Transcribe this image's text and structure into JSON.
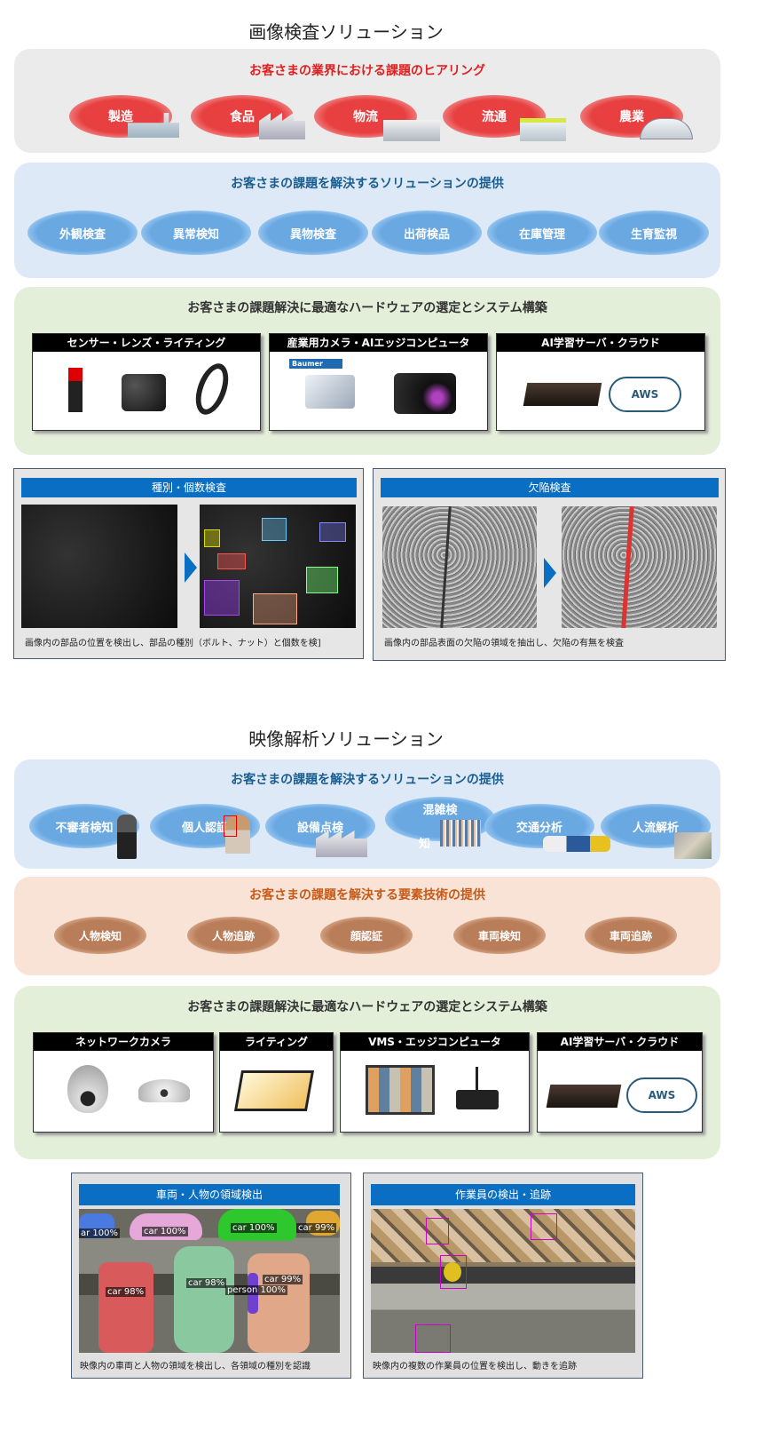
{
  "section1": {
    "title": "画像検査ソリューション",
    "hearing": {
      "heading": "お客さまの業界における課題のヒアリング",
      "items": [
        "製造",
        "食品",
        "物流",
        "流通",
        "農業"
      ]
    },
    "solutions": {
      "heading": "お客さまの課題を解決するソリューションの提供",
      "items": [
        "外観検査",
        "異常検知",
        "異物検査",
        "出荷検品",
        "在庫管理",
        "生育監視"
      ]
    },
    "hardware": {
      "heading": "お客さまの課題解決に最適なハードウェアの選定とシステム構築",
      "boxes": [
        {
          "title": "センサー・レンズ・ライティング"
        },
        {
          "title": "産業用カメラ・AIエッジコンピュータ",
          "brand": "Baumer"
        },
        {
          "title": "AI学習サーバ・クラウド",
          "cloud": "AWS"
        }
      ]
    },
    "examples": [
      {
        "title": "種別・個数検査",
        "caption": "画像内の部品の位置を検出し、部品の種別（ボルト、ナット）と個数を検]"
      },
      {
        "title": "欠陥検査",
        "caption": "画像内の部品表面の欠陥の領域を抽出し、欠陥の有無を検査"
      }
    ]
  },
  "section2": {
    "title": "映像解析ソリューション",
    "solutions": {
      "heading": "お客さまの課題を解決するソリューションの提供",
      "items": [
        "不審者検知",
        "個人認証",
        "設備点検",
        "混雑検",
        "知",
        "交通分析",
        "人流解析"
      ]
    },
    "tech": {
      "heading": "お客さまの課題を解決する要素技術の提供",
      "items": [
        "人物検知",
        "人物追跡",
        "顔認証",
        "車両検知",
        "車両追跡"
      ]
    },
    "hardware": {
      "heading": "お客さまの課題解決に最適なハードウェアの選定とシステム構築",
      "boxes": [
        {
          "title": "ネットワークカメラ"
        },
        {
          "title": "ライティング"
        },
        {
          "title": "VMS・エッジコンピュータ"
        },
        {
          "title": "AI学習サーバ・クラウド",
          "cloud": "AWS"
        }
      ]
    },
    "examples": [
      {
        "title": "車両・人物の領域検出",
        "caption": "映像内の車両と人物の領域を検出し、各領域の種別を認識",
        "labels": [
          "ar 100%",
          "car 100%",
          "car 100%",
          "car 99%",
          "car 98%",
          "car 98%",
          "car 99%",
          "person 100%"
        ]
      },
      {
        "title": "作業員の検出・追跡",
        "caption": "映像内の複数の作業員の位置を検出し、動きを追跡"
      }
    ]
  }
}
